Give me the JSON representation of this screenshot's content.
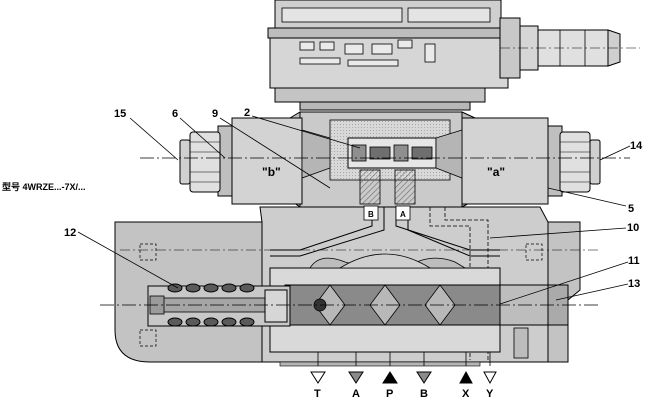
{
  "callouts": {
    "n15": "15",
    "n6": "6",
    "n9": "9",
    "n2": "2",
    "n14": "14",
    "n5": "5",
    "n10": "10",
    "n12": "12",
    "n11": "11",
    "n13": "13"
  },
  "solenoid_labels": {
    "b": "\"b\"",
    "a": "\"a\""
  },
  "model_text": "型号 4WRZE...-7X/...",
  "pilot_ports": {
    "B": "B",
    "A": "A"
  },
  "ports": {
    "T": "T",
    "A": "A",
    "P": "P",
    "B": "B",
    "X": "X",
    "Y": "Y"
  },
  "colors": {
    "body": "#cdcdcd",
    "body_dark": "#a9a9a9",
    "line": "#000000",
    "hatch": "#7a7a7a"
  }
}
